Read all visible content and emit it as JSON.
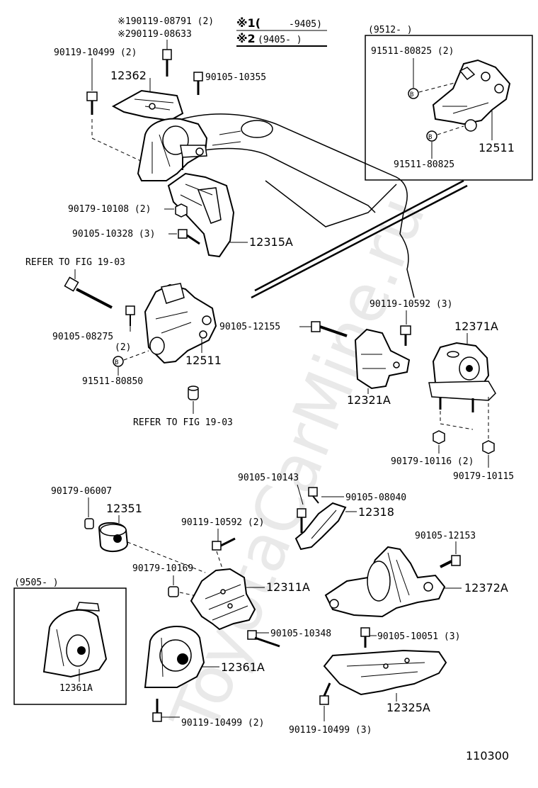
{
  "watermark": "ToyotaCarMine.ru",
  "legend": {
    "m1_prefix": "※1(",
    "m1_range": "-9405)",
    "m2_prefix": "※2",
    "m2_range": "(9405-  )"
  },
  "top_left": {
    "l_m1": "※190119-08791 (2)",
    "l_m2": "※290119-08633",
    "l_90119_10499": "90119-10499 (2)",
    "l_12362": "12362",
    "l_90105_10355": "90105-10355",
    "l_90179_10108": "90179-10108 (2)",
    "l_90105_10328": "90105-10328 (3)",
    "l_12315A": "12315A"
  },
  "inset_right": {
    "date": "(9512-        )",
    "l_91511_80825_2": "91511-80825 (2)",
    "l_12511": "12511",
    "l_91511_80825": "91511-80825",
    "b1": "B",
    "b2": "B"
  },
  "middle": {
    "refer1": "REFER TO FIG 19-03",
    "l_90105_08275": "90105-08275",
    "l_2": "(2)",
    "l_12511": "12511",
    "l_91511_80850": "91511-80850",
    "b3": "B",
    "refer2": "REFER TO FIG 19-03",
    "l_90119_10592_3": "90119-10592 (3)",
    "l_90105_12155": "90105-12155",
    "l_12371A": "12371A",
    "l_12321A": "12321A",
    "l_90179_10116": "90179-10116 (2)",
    "l_90179_10115": "90179-10115"
  },
  "lower": {
    "l_90105_10143": "90105-10143",
    "l_90105_08040": "90105-08040",
    "l_90179_06007": "90179-06007",
    "l_12351": "12351",
    "l_12318": "12318",
    "l_90119_10592_2": "90119-10592 (2)",
    "l_90105_12153": "90105-12153",
    "l_90179_10169": "90179-10169",
    "l_12311A": "12311A",
    "l_12372A": "12372A",
    "inset_date": "(9505-        )",
    "l_12361A_inset": "12361A",
    "l_90105_10348": "90105-10348",
    "l_90105_10051": "90105-10051 (3)",
    "l_12361A": "12361A",
    "l_12325A": "12325A",
    "l_90119_10499_2": "90119-10499 (2)",
    "l_90119_10499_3": "90119-10499 (3)"
  },
  "diagram_id": "110300"
}
